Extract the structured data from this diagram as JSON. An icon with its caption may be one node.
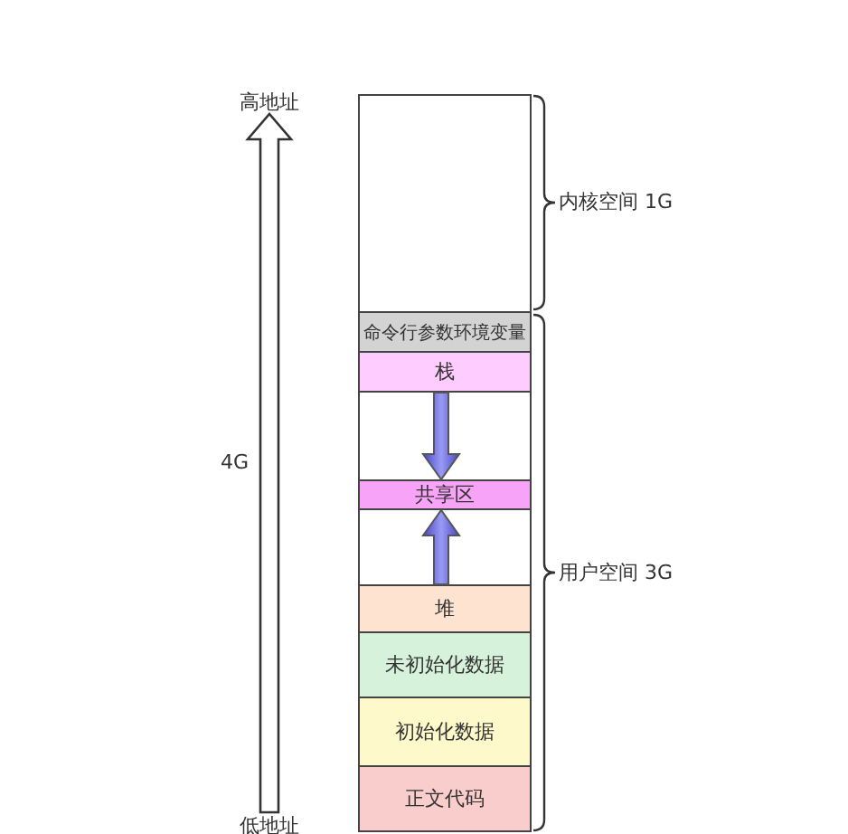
{
  "diagram": {
    "nodes": [
      {
        "text": [
          "高地址"
        ]
      },
      {
        "text": [],
        "shape": "box"
      },
      {
        "text": [
          "命令行参数环境变量"
        ]
      },
      {
        "text": [
          "栈"
        ]
      },
      {
        "text": [],
        "shape": "box"
      },
      {
        "text": [
          "共享区"
        ]
      },
      {
        "text": [],
        "shape": "box"
      },
      {
        "text": [
          "堆"
        ]
      },
      {
        "text": [
          "未初始化数据"
        ]
      },
      {
        "text": [
          "初始化数据"
        ]
      },
      {
        "text": [
          "正文代码"
        ]
      },
      {
        "text": [
          "低地址"
        ]
      }
    ],
    "edges": [
      {
        "from": 11,
        "to": 0,
        "arrow": "to",
        "label": "4G"
      },
      {
        "from": 3,
        "to": 5,
        "arrow": "to"
      },
      {
        "from": 7,
        "to": 5,
        "arrow": "to"
      }
    ],
    "labels": [
      "内核空间 1G",
      "用户空间 3G"
    ]
  }
}
